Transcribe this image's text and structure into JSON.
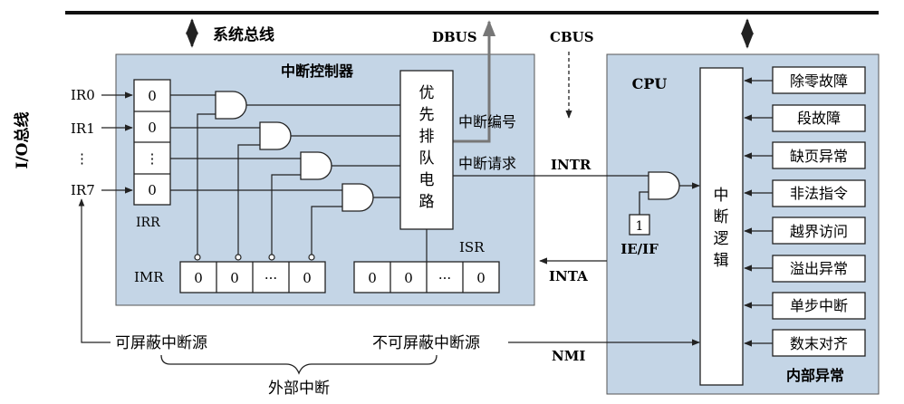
{
  "system_bus": "系统总线",
  "dbus": "DBUS",
  "cbus": "CBUS",
  "io_bus": "I/O总线",
  "controller": {
    "title": "中断控制器",
    "irr_label": "IRR",
    "imr_label": "IMR",
    "isr_label": "ISR",
    "irr_cells": [
      "0",
      "0",
      "⋮",
      "0"
    ],
    "imr_cells": [
      "0",
      "0",
      "···",
      "0"
    ],
    "isr_cells": [
      "0",
      "0",
      "···",
      "0"
    ],
    "priority_circuit": [
      "优",
      "先",
      "排",
      "队",
      "电",
      "路"
    ],
    "vector_label": "中断编号",
    "request_label": "中断请求"
  },
  "ir_lines": [
    "IR0",
    "IR1",
    "⋮",
    "IR7"
  ],
  "signals": {
    "intr": "INTR",
    "inta": "INTA",
    "nmi": "NMI"
  },
  "cpu": {
    "title": "CPU",
    "ie_if_value": "1",
    "ie_if_label": "IE/IF",
    "logic": [
      "中",
      "断",
      "逻",
      "辑"
    ],
    "internal_label": "内部异常",
    "exceptions": [
      "除零故障",
      "段故障",
      "缺页异常",
      "非法指令",
      "越界访问",
      "溢出异常",
      "单步中断",
      "数末对齐"
    ]
  },
  "sources": {
    "maskable": "可屏蔽中断源",
    "nonmaskable": "不可屏蔽中断源",
    "external": "外部中断"
  },
  "colors": {
    "panel_fill": "#c4d5e6",
    "line": "#222222",
    "dbus_line": "#777777"
  }
}
